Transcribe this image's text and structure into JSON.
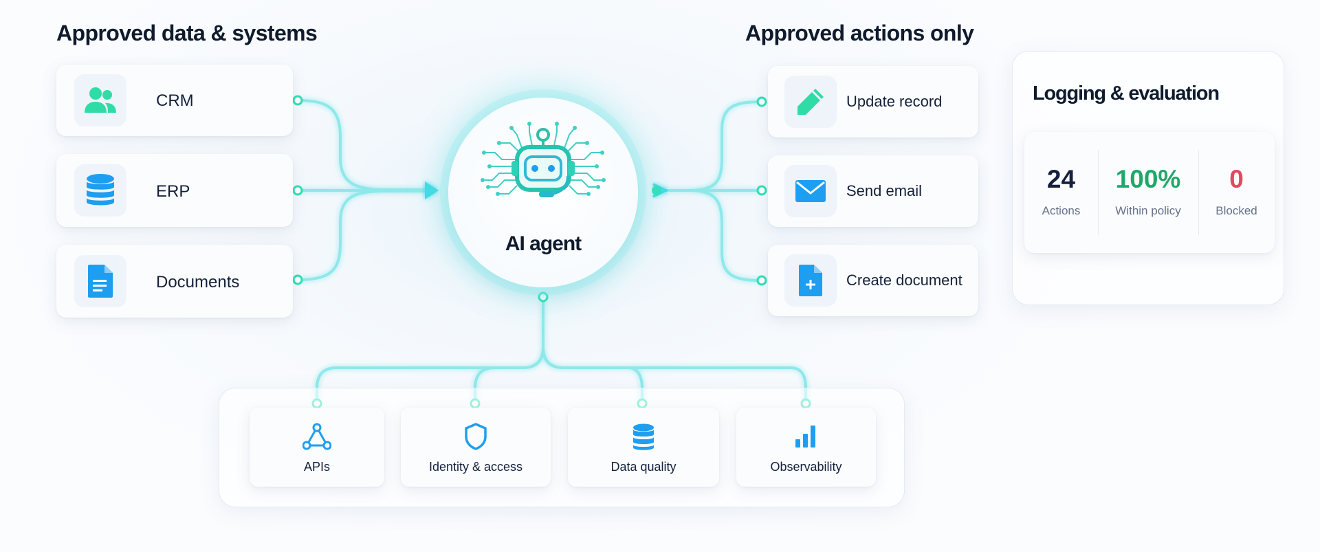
{
  "headings": {
    "left": "Approved data & systems",
    "right": "Approved actions only"
  },
  "sources": [
    {
      "label": "CRM",
      "icon": "users-icon"
    },
    {
      "label": "ERP",
      "icon": "database-icon"
    },
    {
      "label": "Documents",
      "icon": "document-icon"
    }
  ],
  "hub": {
    "label": "AI agent",
    "icon": "robot-icon"
  },
  "actions": [
    {
      "label": "Update record",
      "icon": "pencil-icon"
    },
    {
      "label": "Send email",
      "icon": "envelope-icon"
    },
    {
      "label": "Create document",
      "icon": "add-document-icon"
    }
  ],
  "foundations": [
    {
      "label": "APIs",
      "icon": "network-icon"
    },
    {
      "label": "Identity & access",
      "icon": "shield-icon"
    },
    {
      "label": "Data quality",
      "icon": "database-icon"
    },
    {
      "label": "Observability",
      "icon": "bar-chart-icon"
    }
  ],
  "logging": {
    "title": "Logging & evaluation",
    "stats": [
      {
        "value": "24",
        "caption": "Actions",
        "color": "#16203d"
      },
      {
        "value": "100%",
        "caption": "Within policy",
        "color": "#1fa86a"
      },
      {
        "value": "0",
        "caption": "Blocked",
        "color": "#e04a5f"
      }
    ]
  },
  "colors": {
    "connector": "#7fe6e6",
    "node": "#3ee0b0",
    "accent_green": "#2fdca6",
    "accent_blue": "#1e9ef0"
  }
}
